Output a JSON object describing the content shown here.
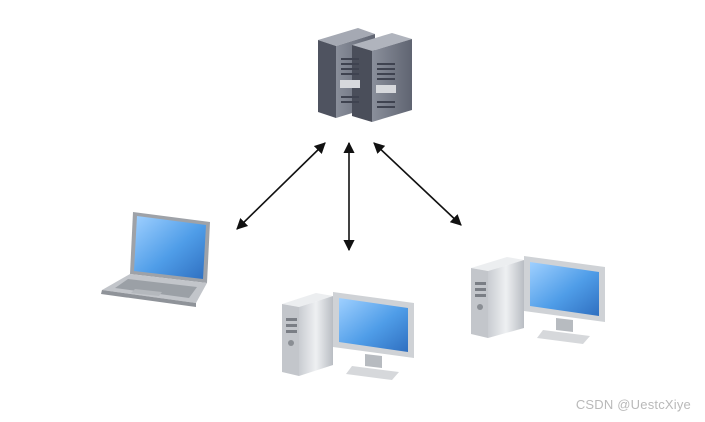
{
  "diagram": {
    "nodes": [
      {
        "id": "central-server",
        "kind": "server",
        "icon": "server-rack-icon"
      },
      {
        "id": "laptop-client",
        "kind": "laptop",
        "icon": "laptop-icon"
      },
      {
        "id": "desktop-client-center",
        "kind": "desktop",
        "icon": "desktop-computer-icon"
      },
      {
        "id": "desktop-client-right",
        "kind": "desktop",
        "icon": "desktop-computer-icon"
      }
    ],
    "edges": [
      {
        "from": "central-server",
        "to": "laptop-client",
        "bidirectional": true
      },
      {
        "from": "central-server",
        "to": "desktop-client-center",
        "bidirectional": true
      },
      {
        "from": "central-server",
        "to": "desktop-client-right",
        "bidirectional": true
      }
    ],
    "colors": {
      "server_body": "#6f7482",
      "screen_blue": "#5aa9ee",
      "case_gray": "#d9dbde",
      "arrow": "#111111"
    }
  },
  "watermark": "CSDN @UestcXiye"
}
